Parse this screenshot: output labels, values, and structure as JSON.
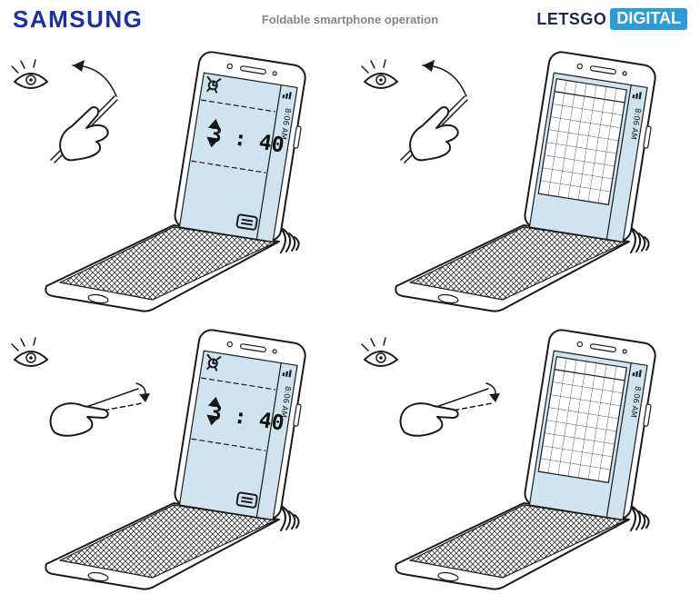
{
  "header": {
    "brand": "SAMSUNG",
    "title": "Foldable smartphone operation",
    "logo": {
      "left": "LETSGO",
      "right": "DIGITAL"
    }
  },
  "colors": {
    "samsung_blue": "#1b2f9e",
    "title_gray": "#858585",
    "letsgo_navy": "#1c2b4d",
    "digital_blue": "#2d9bd6",
    "screen_blue": "#cfe4f0",
    "ink": "#1a1a1a"
  },
  "panels": [
    {
      "id": "top-left",
      "screen": "alarm",
      "gesture": "tap-stylus",
      "time": "3 : 40",
      "status": "8:06 AM"
    },
    {
      "id": "top-right",
      "screen": "calendar",
      "gesture": "tap-stylus",
      "status": "8:06 AM"
    },
    {
      "id": "bottom-left",
      "screen": "alarm",
      "gesture": "bend-flick",
      "time": "3 : 40",
      "status": "8:06 AM"
    },
    {
      "id": "bottom-right",
      "screen": "calendar",
      "gesture": "bend-flick",
      "status": "8:06 AM"
    }
  ]
}
